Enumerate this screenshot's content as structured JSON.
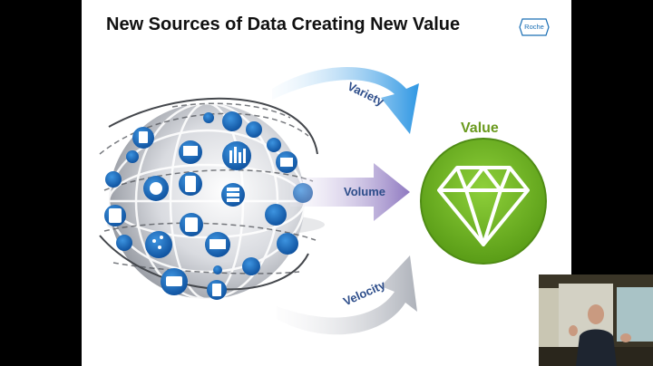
{
  "slide": {
    "title": "New Sources of Data Creating New Value",
    "logo_text": "Roche",
    "arrows": {
      "variety": "Variety",
      "volume": "Volume",
      "velocity": "Velocity"
    },
    "value_label": "Value"
  },
  "icons": {
    "globe": "globe-with-data-icons",
    "gem": "diamond-icon"
  },
  "colors": {
    "title": "#111111",
    "accent_blue": "#1e6fb8",
    "variety_arrow": "#3aa0e6",
    "volume_arrow": "#9b86c8",
    "velocity_arrow": "#b8bcc4",
    "value_green": "#6fb31f",
    "label_text": "#2d4d8a"
  }
}
